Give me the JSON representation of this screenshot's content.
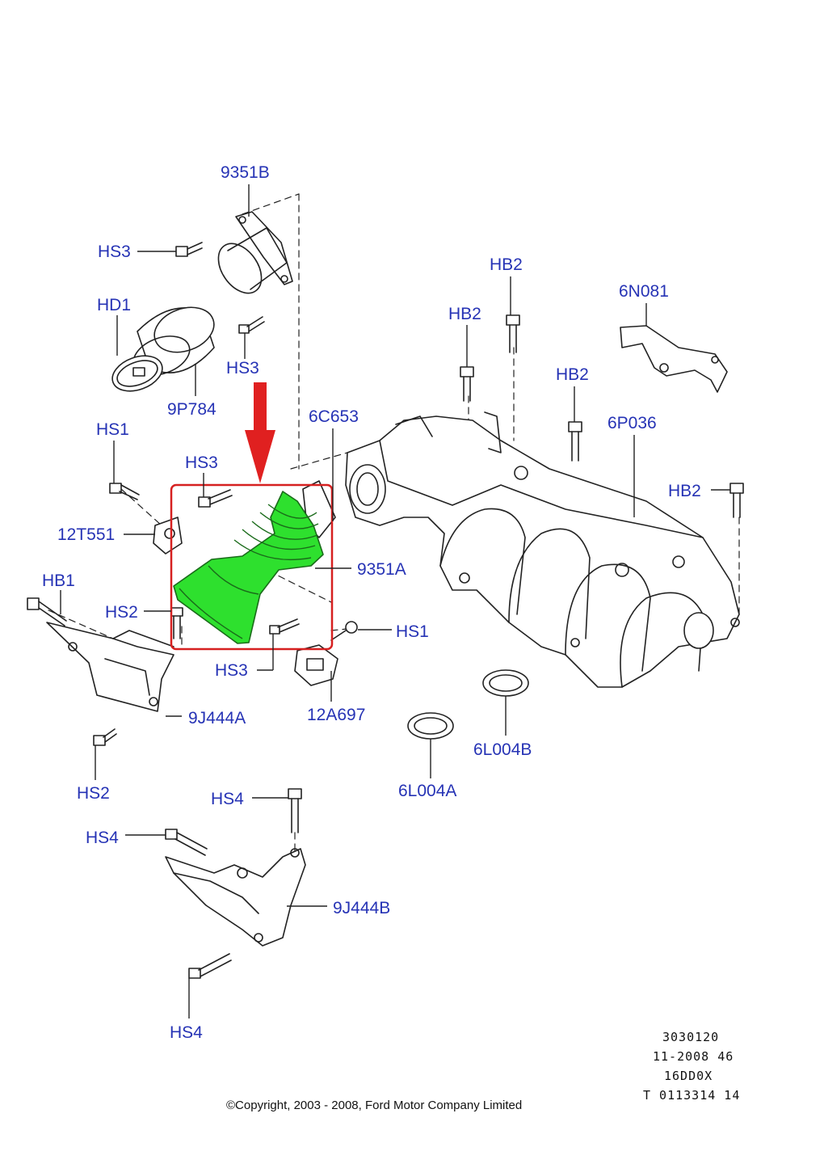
{
  "labels": {
    "l9351B": "9351B",
    "hs3_top": "HS3",
    "hd1": "HD1",
    "hs3_mid": "HS3",
    "l9P784": "9P784",
    "hs1_left": "HS1",
    "hs3_hl": "HS3",
    "l12T551": "12T551",
    "hb1": "HB1",
    "hs2_mid": "HS2",
    "hs3_low": "HS3",
    "l9J444A": "9J444A",
    "hs2_low": "HS2",
    "l6C653": "6C653",
    "l9351A": "9351A",
    "hs1_right": "HS1",
    "l12A697": "12A697",
    "hb2_a": "HB2",
    "hb2_b": "HB2",
    "l6N081": "6N081",
    "hb2_c": "HB2",
    "l6P036": "6P036",
    "hb2_d": "HB2",
    "l6L004B": "6L004B",
    "l6L004A": "6L004A",
    "hs4_a": "HS4",
    "hs4_b": "HS4",
    "l9J444B": "9J444B",
    "hs4_c": "HS4"
  },
  "meta": {
    "line1": "3030120",
    "line2": "11-2008 46",
    "line3": "16DD0X",
    "line4": "T 0113314 14"
  },
  "copyright": "©Copyright, 2003 - 2008, Ford Motor Company Limited",
  "colors": {
    "label": "#2633b5",
    "highlight_box": "#d62020",
    "arrow": "#e02020",
    "highlight_part": "#2ee02e"
  }
}
